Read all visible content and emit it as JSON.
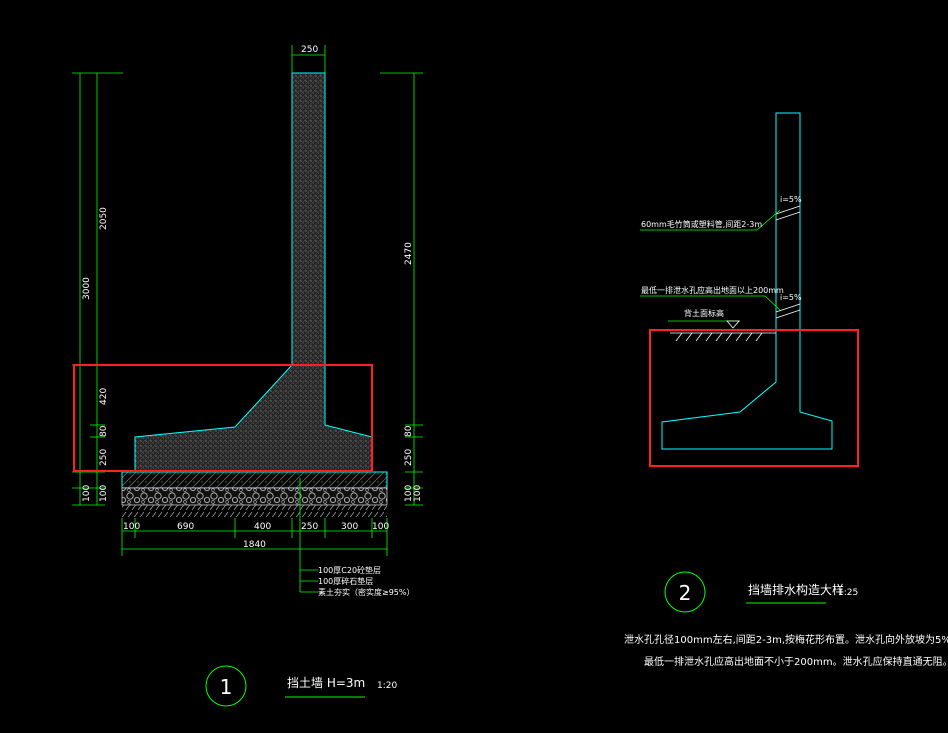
{
  "colors": {
    "background": "#000000",
    "dimension_line": "#00ff00",
    "outline": "#00ffff",
    "text": "#ffffff",
    "highlight": "#ff2020"
  },
  "drawing1": {
    "dims_top": "250",
    "dims_left": {
      "total": "3000",
      "stem": "2050",
      "haunch": "420",
      "toe": "80",
      "base": "250",
      "layer1": "100",
      "layer2": "100"
    },
    "dims_right": {
      "total": "2470",
      "toe": "80",
      "base": "250",
      "layer1": "100",
      "layer2": "100"
    },
    "dims_bottom": [
      "100",
      "690",
      "400",
      "250",
      "300",
      "100"
    ],
    "dims_total": "1840",
    "layers": [
      "100厚C20砼垫层",
      "100厚碎石垫层",
      "素土夯实（密实度≥95%）"
    ],
    "number": "1",
    "title": "挡土墙  H=3m",
    "scale": "1:20"
  },
  "drawing2": {
    "callout1": "60mm毛竹筒或塑料管,间距2-3m",
    "callout2": "最低一排泄水孔应高出地面以上200mm",
    "slope1": "i=5%",
    "slope2": "i=5%",
    "ground_label": "背土面标高",
    "number": "2",
    "title": "挡墙排水构造大样",
    "scale": "1:25",
    "notes": [
      "泄水孔孔径100mm左右,间距2-3m,按梅花形布置。泄水孔向外放坡为5%,",
      "最低一排泄水孔应高出地面不小于200mm。泄水孔应保持直通无阻。"
    ]
  }
}
